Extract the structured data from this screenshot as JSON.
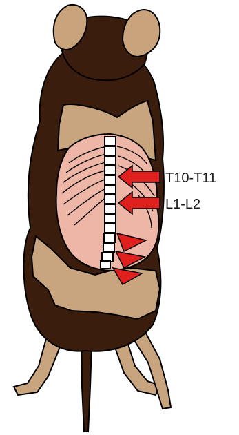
{
  "labels": {
    "upper": "T10-T11",
    "lower": "L1-L2"
  },
  "colors": {
    "fur_dark": "#3a1d0c",
    "fur_light": "#c9a57f",
    "ear": "#c8a37b",
    "skin": "#edb6a6",
    "vertebra": "#ffffff",
    "arrow": "#e0201c",
    "outline": "#000000"
  },
  "figure": {
    "vertebrae_count": 14,
    "arrow_count": 2,
    "arrowhead_count": 3
  }
}
